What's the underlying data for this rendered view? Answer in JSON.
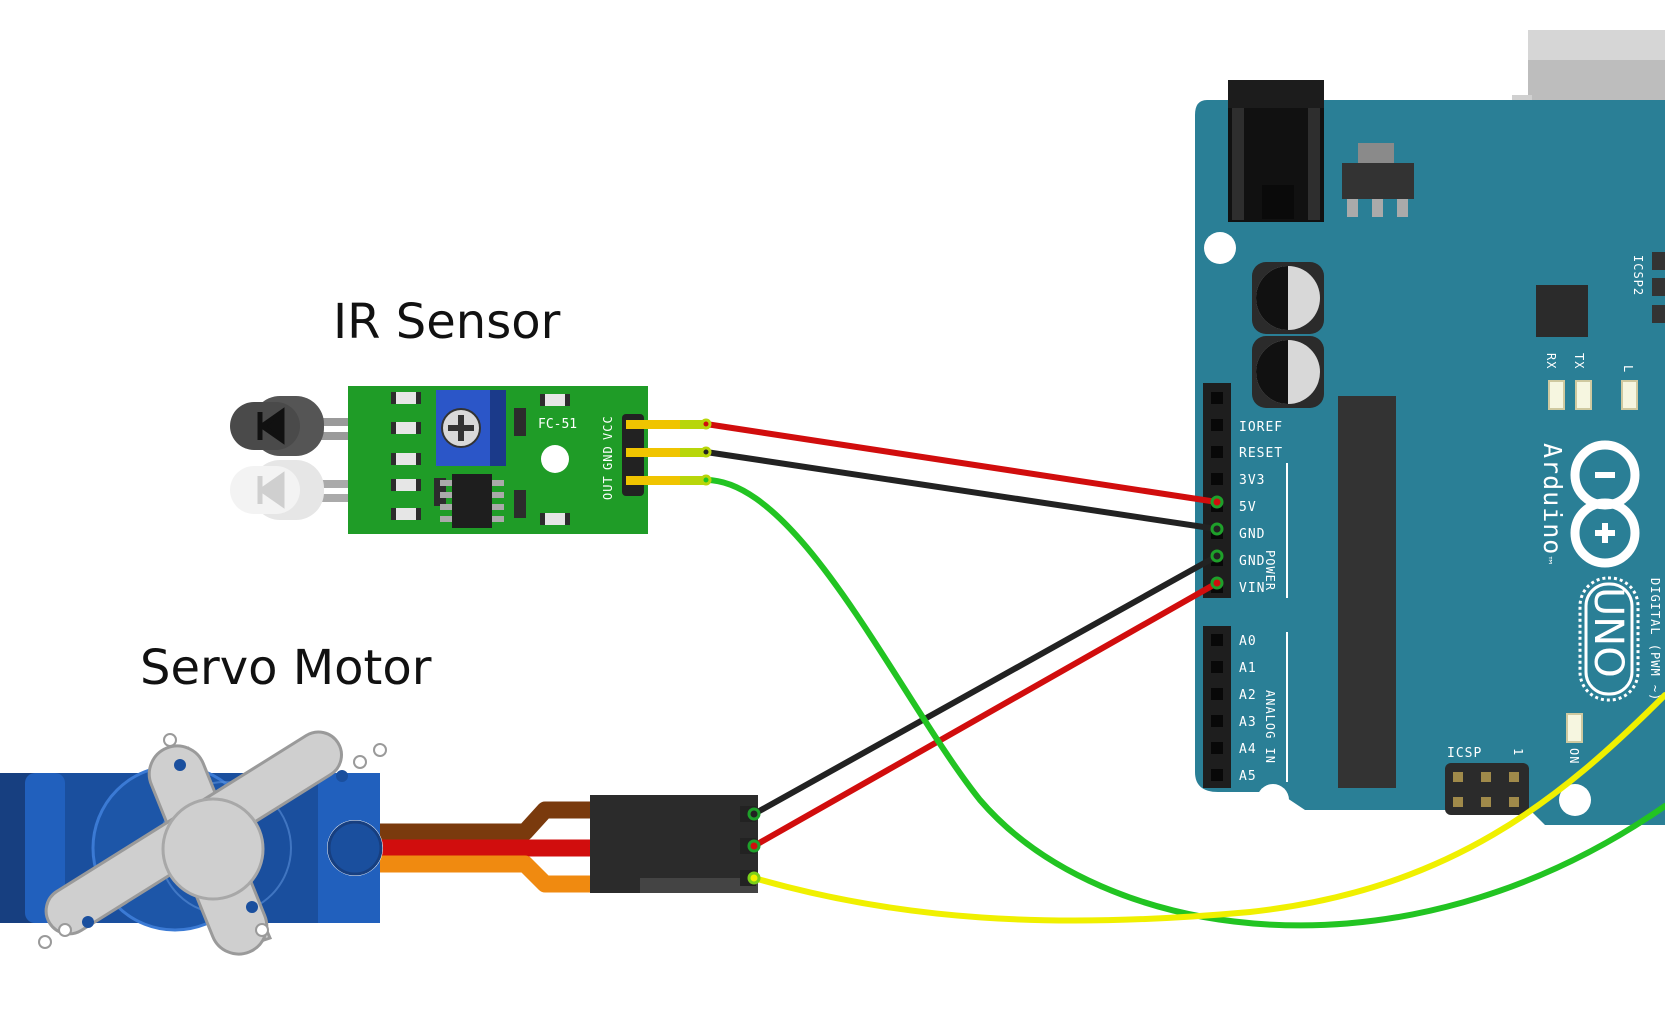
{
  "labels": {
    "ir_sensor": "IR Sensor",
    "servo_motor": "Servo Motor"
  },
  "ir_module": {
    "model": "FC-51",
    "pins": [
      "VCC",
      "GND",
      "OUT"
    ]
  },
  "arduino": {
    "brand": "Arduino",
    "tm": "™",
    "model": "UNO",
    "power_pins": [
      "IOREF",
      "RESET",
      "3V3",
      "5V",
      "GND",
      "GND",
      "VIN"
    ],
    "power_header": "POWER",
    "analog_pins": [
      "A0",
      "A1",
      "A2",
      "A3",
      "A4",
      "A5"
    ],
    "analog_header": "ANALOG IN",
    "icsp": "ICSP",
    "icsp_pin1": "1",
    "icsp2": "ICSP2",
    "leds": [
      "RX",
      "TX",
      "L"
    ],
    "on_led": "ON",
    "digital_header": "DIGITAL (PWM ~)"
  },
  "colors": {
    "board_teal": "#2a7f96",
    "sensor_green": "#1f9c27",
    "wire_red": "#d10d0d",
    "wire_black": "#222222",
    "wire_green": "#22c422",
    "wire_yellow": "#f0f000",
    "servo_blue": "#1a4f9e",
    "servo_brown": "#7a3a0d",
    "servo_orange": "#f08a10"
  }
}
